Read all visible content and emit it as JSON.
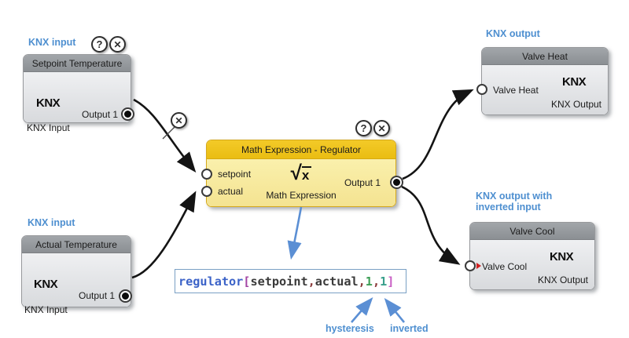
{
  "labels": {
    "knx_input_top": "KNX input",
    "knx_input_bottom": "KNX input",
    "knx_output": "KNX output",
    "knx_output_inverted_line1": "KNX output with",
    "knx_output_inverted_line2": "inverted input",
    "hysteresis": "hysteresis",
    "inverted": "inverted"
  },
  "icons": {
    "help": "?",
    "close": "✕"
  },
  "nodes": {
    "setpoint_temp": {
      "title": "Setpoint Temperature",
      "logo": "KNX",
      "output_label": "Output 1",
      "type_label": "KNX Input"
    },
    "actual_temp": {
      "title": "Actual Temperature",
      "logo": "KNX",
      "output_label": "Output 1",
      "type_label": "KNX Input"
    },
    "math": {
      "title": "Math Expression - Regulator",
      "input1": "setpoint",
      "input2": "actual",
      "symbol_root": "√",
      "symbol_var": "x",
      "subtitle": "Math Expression",
      "output_label": "Output 1"
    },
    "valve_heat": {
      "title": "Valve Heat",
      "input_label": "Valve Heat",
      "logo": "KNX",
      "type_label": "KNX Output"
    },
    "valve_cool": {
      "title": "Valve Cool",
      "input_label": "Valve Cool",
      "logo": "KNX",
      "type_label": "KNX Output"
    }
  },
  "code": {
    "tokens": [
      {
        "text": "regulator",
        "style": "color:#3c63c8"
      },
      {
        "text": "[",
        "style": "color:#a344a3"
      },
      {
        "text": "setpoint",
        "style": "color:#3a3a3a"
      },
      {
        "text": ",",
        "style": "color:#8b3a3a"
      },
      {
        "text": "actual",
        "style": "color:#3a3a3a"
      },
      {
        "text": ",",
        "style": "color:#8b3a3a"
      },
      {
        "text": "1",
        "style": "color:#3e9e56"
      },
      {
        "text": ",",
        "style": "color:#8b3a3a"
      },
      {
        "text": "1",
        "style": "color:#3aa08c"
      },
      {
        "text": "]",
        "style": "color:#c95fc4"
      }
    ]
  },
  "colors": {
    "annotation_blue": "#4e8fd0",
    "math_header_yellow": "#eabd12",
    "node_header_gray": "#8b8f93",
    "inverted_marker_red": "#cf2020",
    "wire_black": "#141414"
  }
}
